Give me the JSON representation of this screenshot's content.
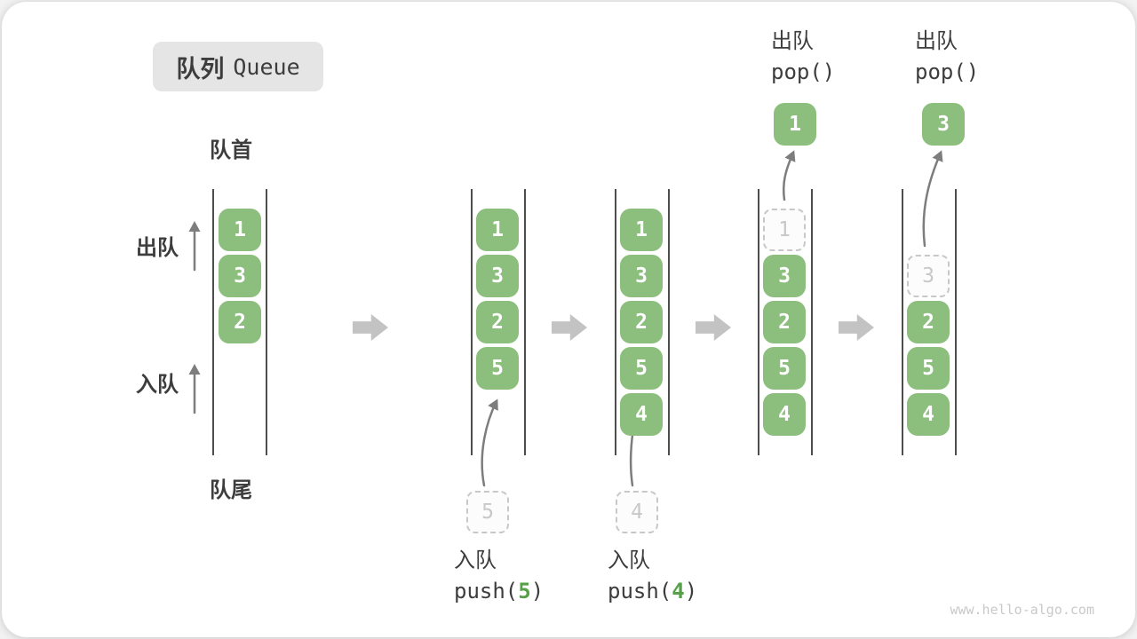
{
  "title": {
    "zh": "队列",
    "en": "Queue"
  },
  "labels": {
    "front": "队首",
    "rear": "队尾",
    "dequeue": "出队",
    "enqueue": "入队"
  },
  "colors": {
    "box_green": "#8CBE7D",
    "code_green": "#56A047",
    "text_dark": "#3D3D3D",
    "block_arrow": "#C3C3C3",
    "ghost_gray": "#C8C8C8",
    "wall_gray": "#4D4D4D"
  },
  "queues": [
    {
      "cells": [
        "1",
        "3",
        "2"
      ]
    },
    {
      "cells": [
        "1",
        "3",
        "2",
        "5"
      ],
      "staged": "5",
      "op_zh": "入队",
      "code_pre": "push(",
      "code_arg": "5",
      "code_post": ")"
    },
    {
      "cells": [
        "1",
        "3",
        "2",
        "5",
        "4"
      ],
      "staged": "4",
      "op_zh": "入队",
      "code_pre": "push(",
      "code_arg": "4",
      "code_post": ")"
    },
    {
      "ghost": "1",
      "cells": [
        "3",
        "2",
        "5",
        "4"
      ],
      "popped": "1",
      "op_zh": "出队",
      "code": "pop()"
    },
    {
      "ghost": "3",
      "cells": [
        "2",
        "5",
        "4"
      ],
      "popped": "3",
      "op_zh": "出队",
      "code": "pop()"
    }
  ],
  "watermark": "www.hello-algo.com"
}
